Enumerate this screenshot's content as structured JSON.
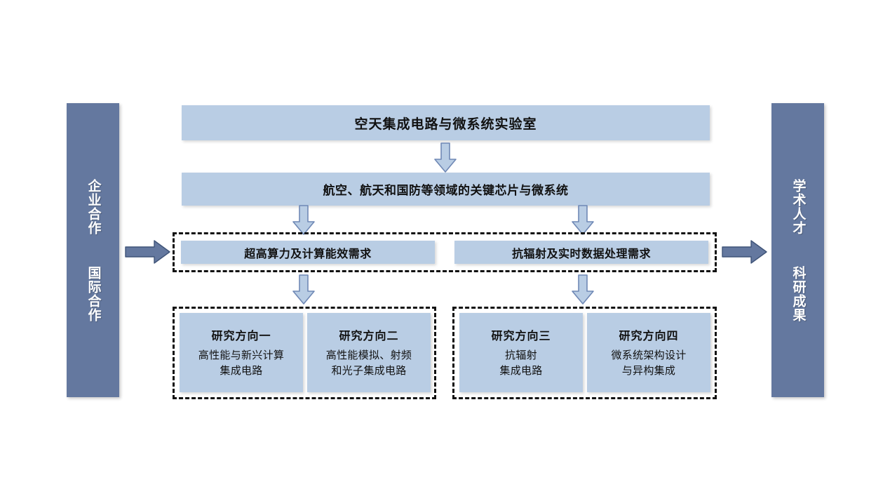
{
  "pillars": {
    "left": {
      "text": "企业合作  国际合作"
    },
    "right": {
      "text": "学术人才  科研成果"
    }
  },
  "lab": {
    "title": "空天集成电路与微系统实验室"
  },
  "goal": {
    "title": "航空、航天和国防等领域的关键芯片与微系统"
  },
  "requirements": [
    {
      "label": "超高算力及计算能效需求"
    },
    {
      "label": "抗辐射及实时数据处理需求"
    }
  ],
  "directions": [
    {
      "title": "研究方向一",
      "desc": "高性能与新兴计算\n集成电路"
    },
    {
      "title": "研究方向二",
      "desc": "高性能模拟、射频\n和光子集成电路"
    },
    {
      "title": "研究方向三",
      "desc": "抗辐射\n集成电路"
    },
    {
      "title": "研究方向四",
      "desc": "微系统架构设计\n与异构集成"
    }
  ],
  "colors": {
    "pillar_fill": "#64789f",
    "box_fill": "#b9cde4",
    "arrow_down_fill": "#b9cde4",
    "arrow_down_stroke": "#6f88b5",
    "arrow_right_fill": "#64789f",
    "arrow_right_stroke": "#3f5478",
    "dashed_border": "#111111",
    "background": "#ffffff"
  }
}
